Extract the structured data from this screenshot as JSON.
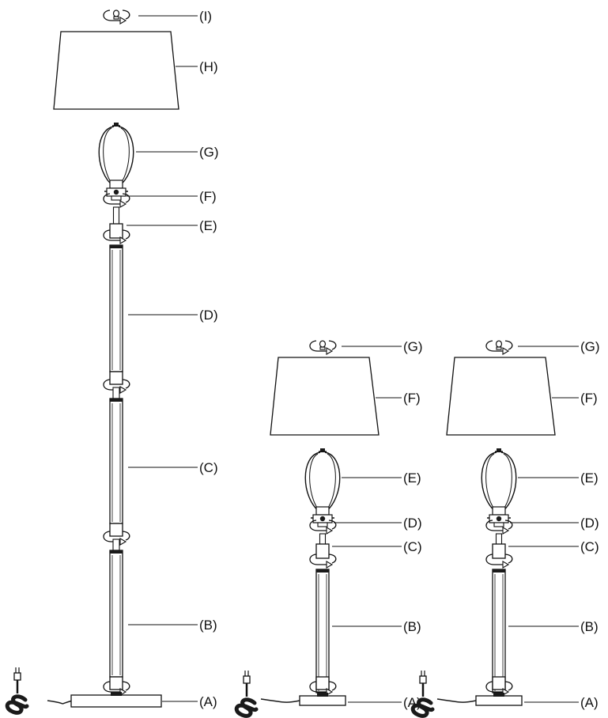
{
  "colors": {
    "ink": "#111111",
    "fill": "#ffffff",
    "dark": "#1a1a1a"
  },
  "lamps": [
    {
      "id": "floor",
      "labels": [
        "(A)",
        "(B)",
        "(C)",
        "(D)",
        "(E)",
        "(F)",
        "(G)",
        "(H)",
        "(I)"
      ]
    },
    {
      "id": "table-left",
      "labels": [
        "(A)",
        "(B)",
        "(C)",
        "(D)",
        "(E)",
        "(F)",
        "(G)"
      ]
    },
    {
      "id": "table-right",
      "labels": [
        "(A)",
        "(B)",
        "(C)",
        "(D)",
        "(E)",
        "(F)",
        "(G)"
      ]
    }
  ],
  "icons": {
    "rotate": "rotate-arrow-icon",
    "finial": "finial-icon",
    "plug": "plug-icon",
    "cord": "cord-coil-icon"
  }
}
